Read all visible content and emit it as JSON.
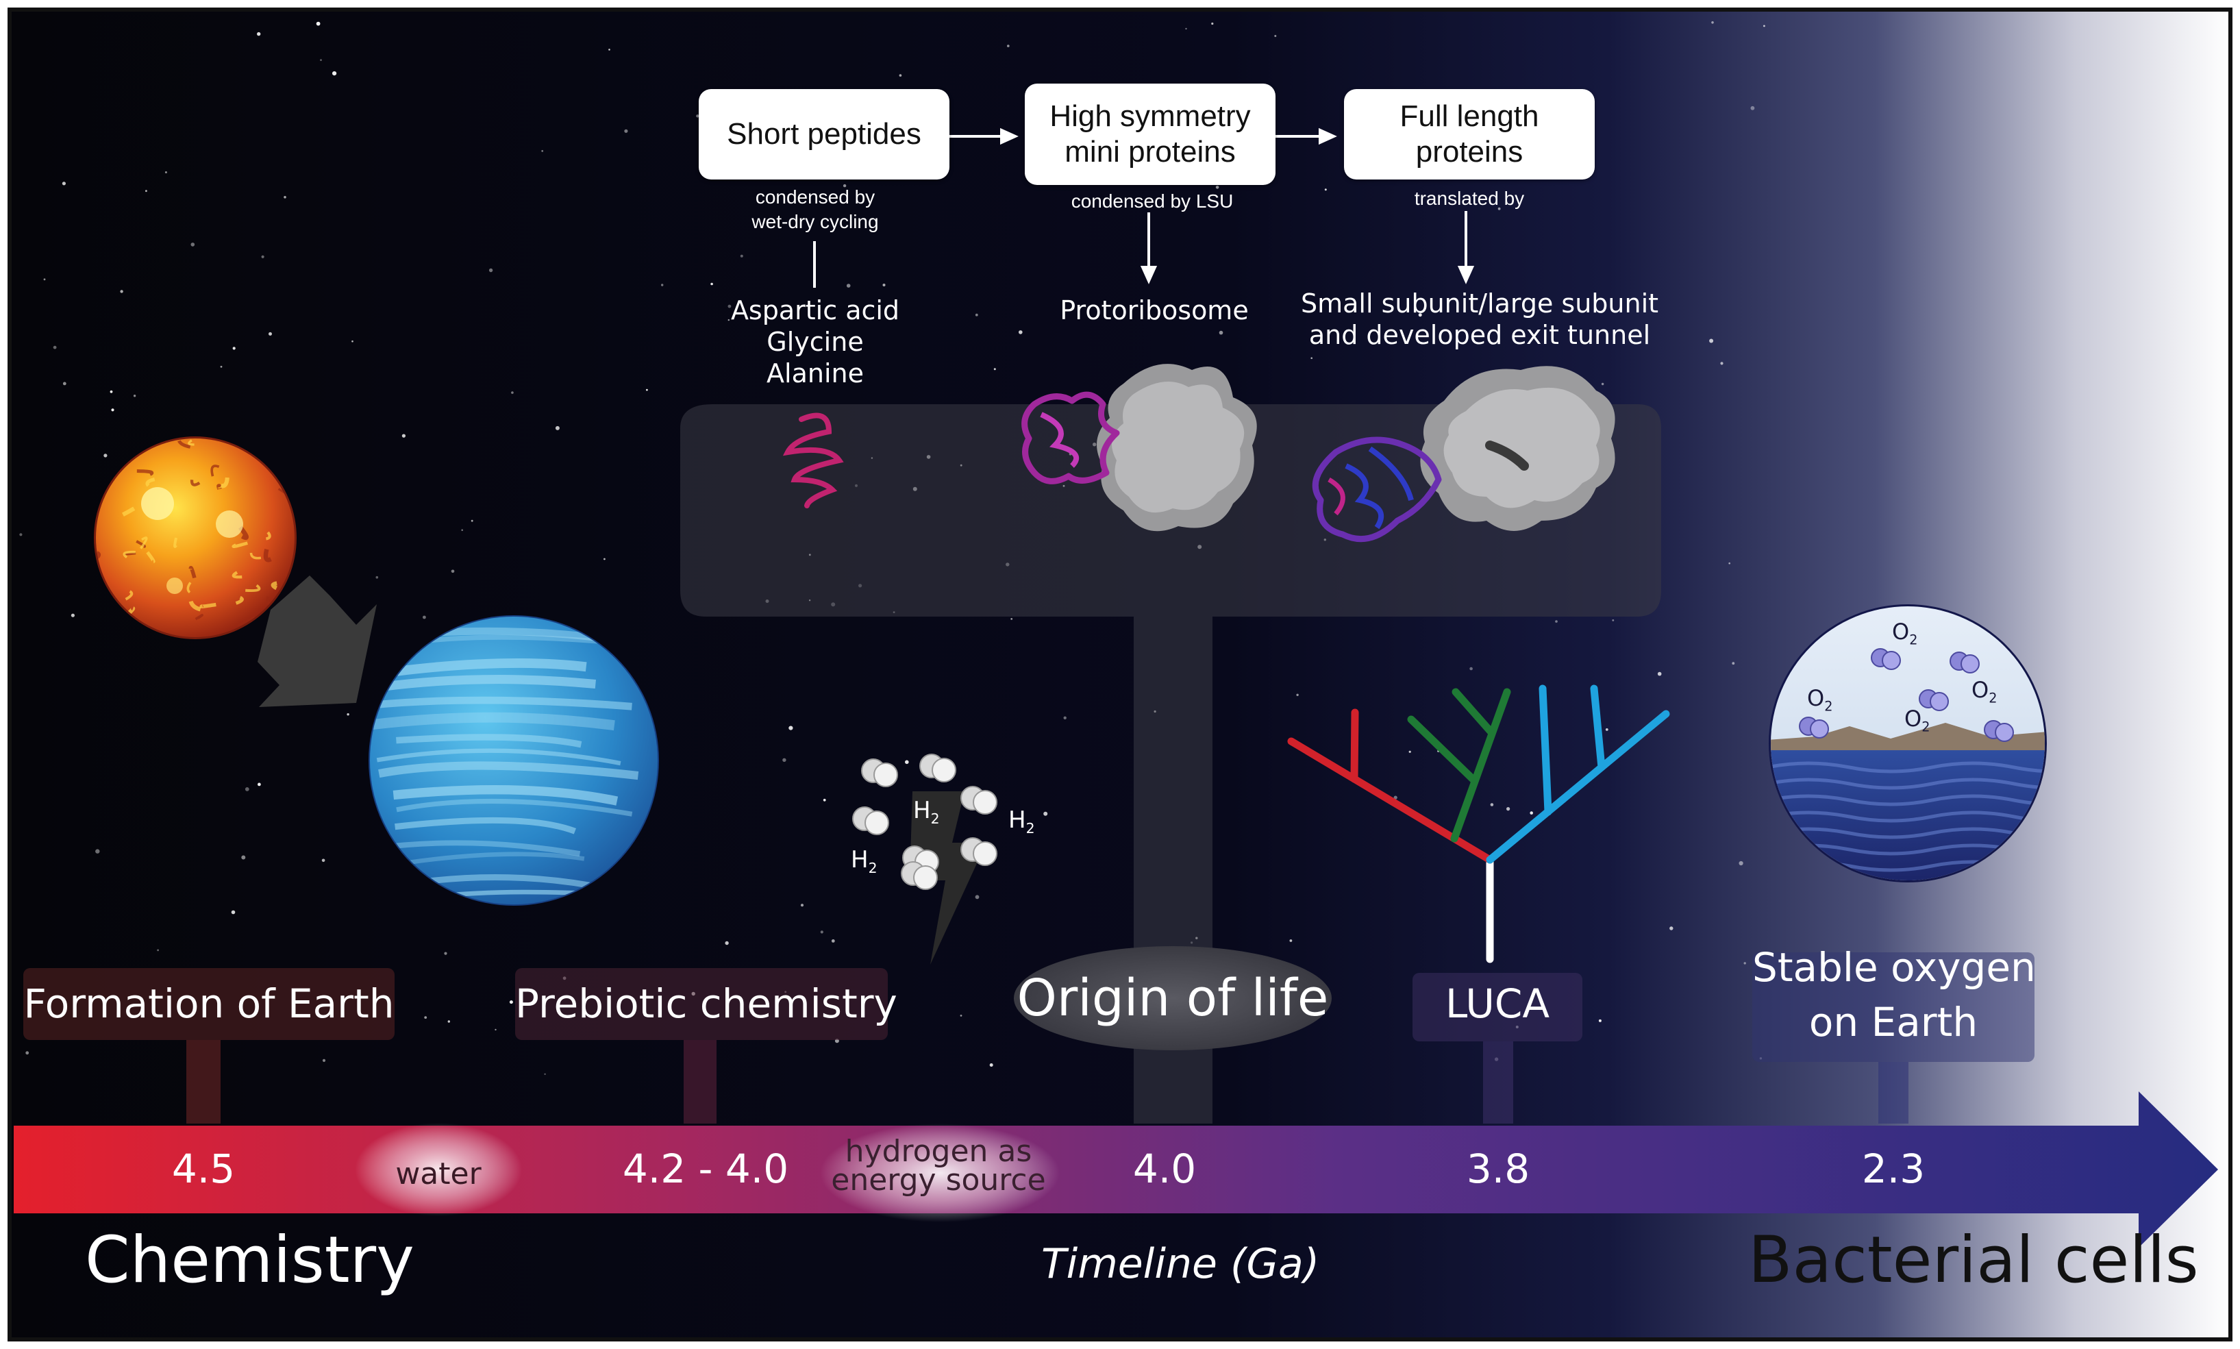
{
  "flow": {
    "box1": "Short peptides",
    "box2_line1": "High symmetry",
    "box2_line2": "mini proteins",
    "box3": "Full length proteins",
    "note1_line1": "condensed by",
    "note1_line2": "wet-dry cycling",
    "note2": "condensed by LSU",
    "note3": "translated by",
    "aa1": "Aspartic acid",
    "aa2": "Glycine",
    "aa3": "Alanine",
    "proto": "Protoribosome",
    "subunit_line1": "Small subunit/large subunit",
    "subunit_line2": "and developed exit tunnel"
  },
  "events": {
    "formation": "Formation of Earth",
    "prebiotic": "Prebiotic chemistry",
    "origin": "Origin of life",
    "luca": "LUCA",
    "oxygen_line1": "Stable oxygen",
    "oxygen_line2": "on Earth"
  },
  "timeline": {
    "v1": "4.5",
    "water": "water",
    "v2": "4.2 - 4.0",
    "hydrogen_line1": "hydrogen as",
    "hydrogen_line2": "energy source",
    "v3": "4.0",
    "v4": "3.8",
    "v5": "2.3",
    "left_label": "Chemistry",
    "axis_label": "Timeline (Ga)",
    "right_label": "Bacterial cells"
  },
  "molecules": {
    "h2_base": "H",
    "h2_sub": "2",
    "o2_base": "O",
    "o2_sub": "2"
  },
  "colors": {
    "background": "#05050d",
    "bar_start": "#e4202c",
    "bar_end": "#262c80",
    "tree_red": "#d2222b",
    "tree_green": "#1f7a35",
    "tree_blue": "#1fa3df"
  }
}
